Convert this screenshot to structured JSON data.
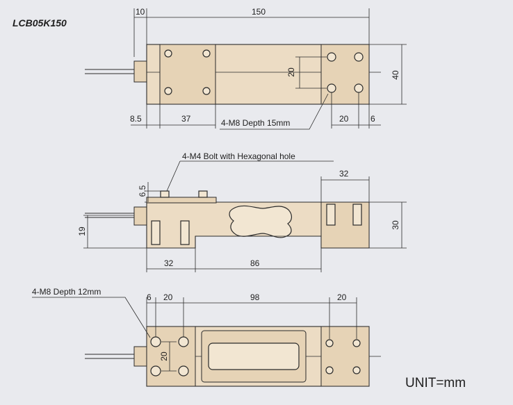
{
  "model": "LCB05K150",
  "unit": "UNIT=mm",
  "top_view": {
    "dims": {
      "offset": "10",
      "length": "150",
      "width": "40",
      "hole_spacing_v": "20",
      "end_offset": "8.5",
      "left_plate": "37",
      "hole_spacing_h": "20",
      "right_edge": "6"
    },
    "callout": "4-M8 Depth 15mm"
  },
  "side_view": {
    "callout": "4-M4 Bolt with Hexagonal hole",
    "dims": {
      "bolt_height": "6.5",
      "mount_height": "19",
      "top_block": "32",
      "height": "30",
      "left_block": "32",
      "center": "86"
    }
  },
  "bottom_view": {
    "callout": "4-M8 Depth 12mm",
    "dims": {
      "edge": "6",
      "hole_spacing_left": "20",
      "center": "98",
      "hole_spacing_right": "20",
      "hole_spacing_v": "20"
    }
  }
}
